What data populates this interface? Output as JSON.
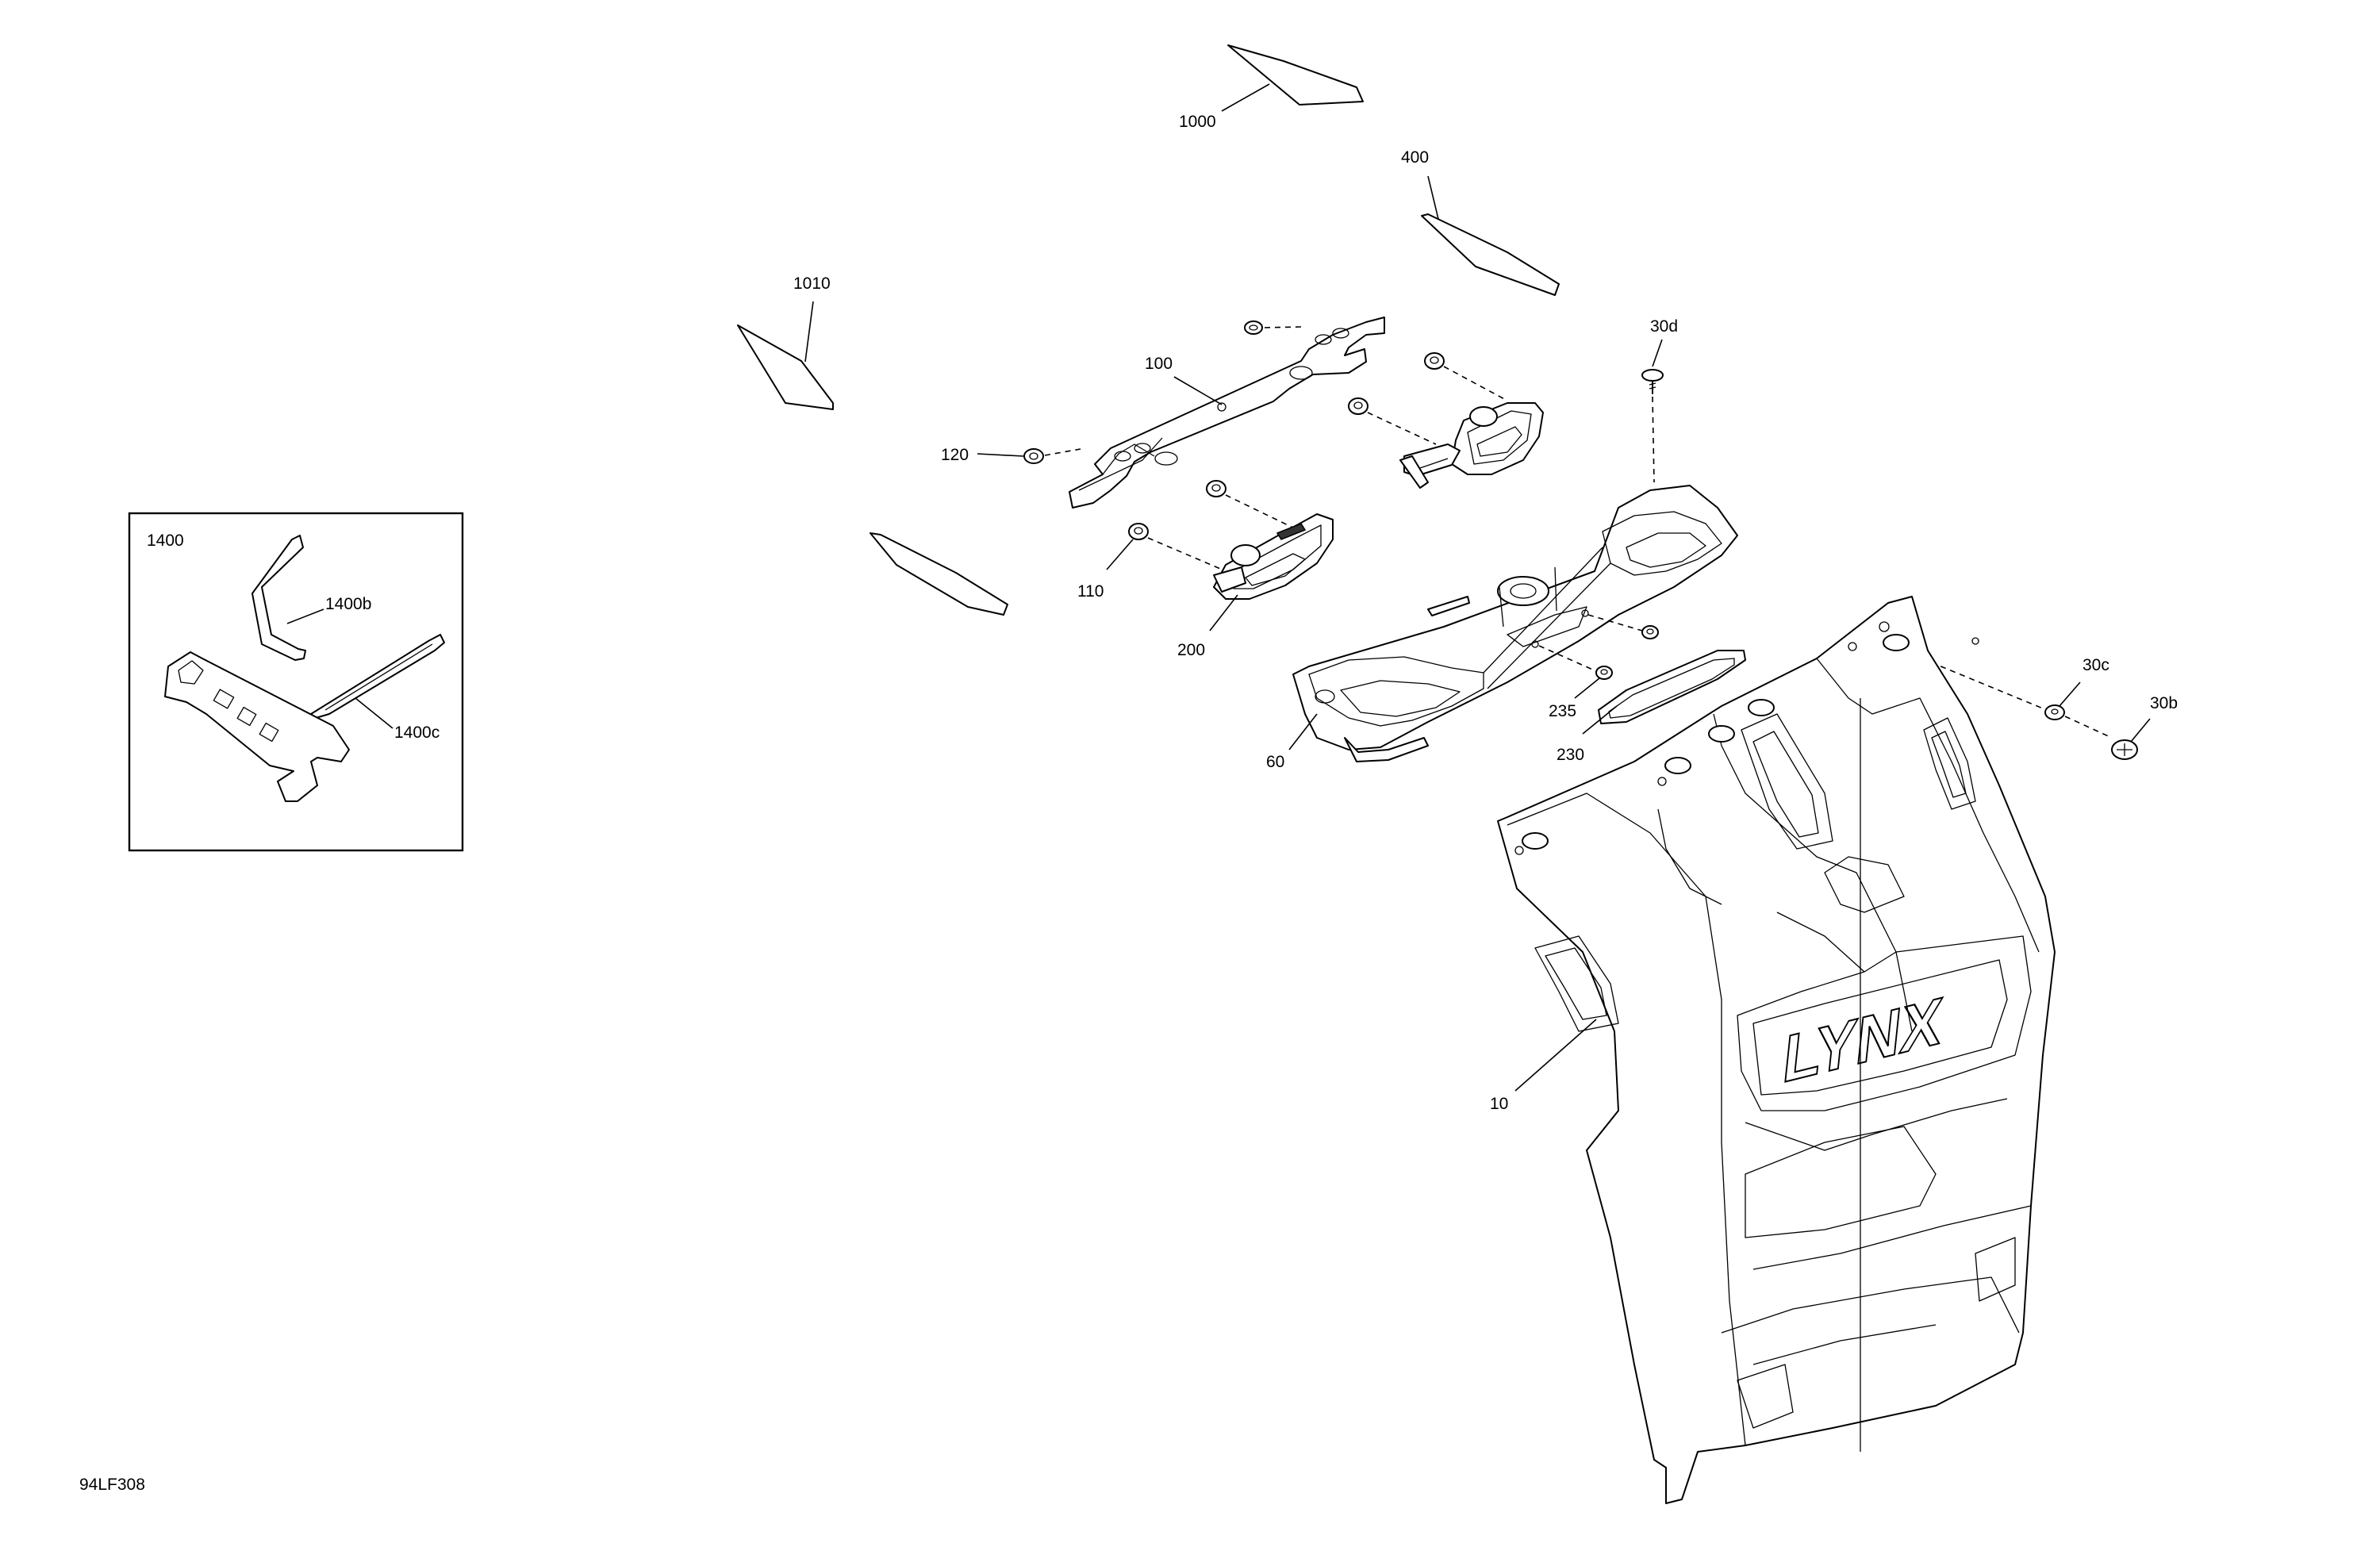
{
  "figure_id": "94LF308",
  "callouts": {
    "c1000": "1000",
    "c400": "400",
    "c1010": "1010",
    "c30d": "30d",
    "c100": "100",
    "c120": "120",
    "c110": "110",
    "c200": "200",
    "c60": "60",
    "c235": "235",
    "c230": "230",
    "c30c": "30c",
    "c30b": "30b",
    "c10": "10"
  },
  "inset": {
    "kit_label": "1400",
    "screwdriver_label": "1400b",
    "strap_label": "1400c"
  },
  "logo_text": "LYNX"
}
